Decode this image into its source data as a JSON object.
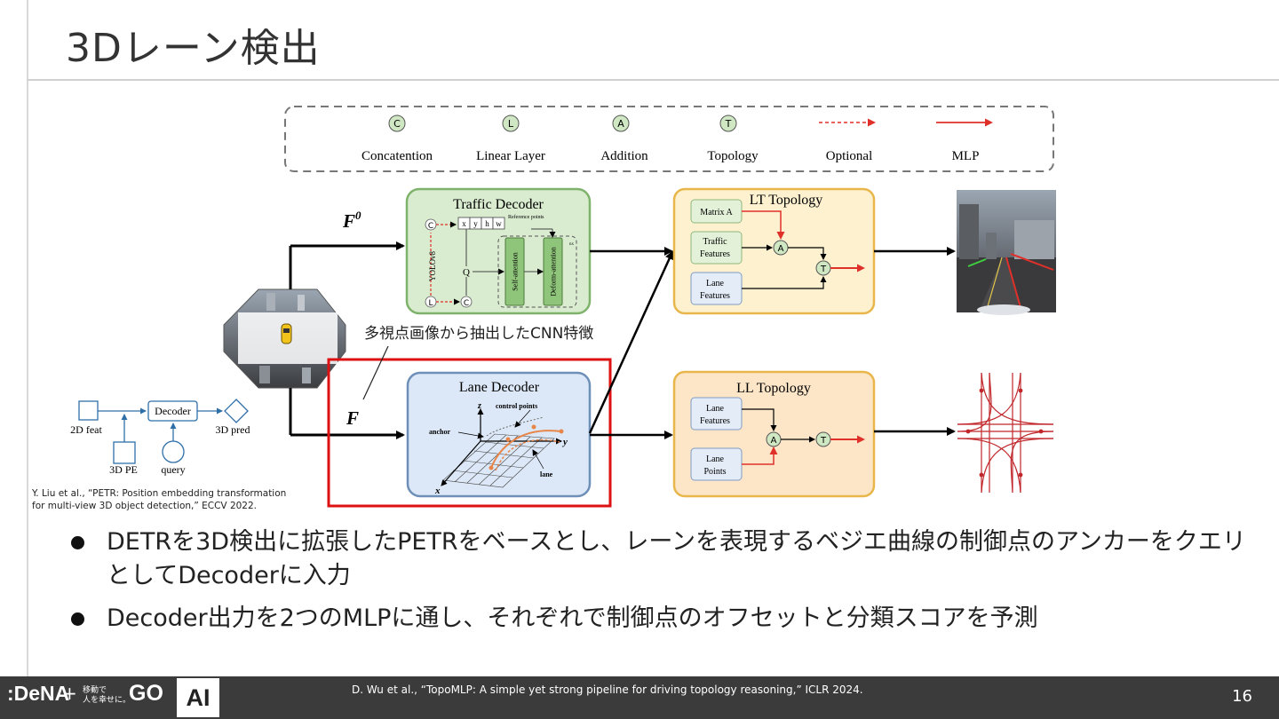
{
  "slide": {
    "title": "3Dレーン検出",
    "page_number": "16"
  },
  "legend": [
    {
      "symbol": "C",
      "label": "Concatention"
    },
    {
      "symbol": "L",
      "label": "Linear Layer"
    },
    {
      "symbol": "A",
      "label": "Addition"
    },
    {
      "symbol": "T",
      "label": "Topology"
    },
    {
      "symbol": "",
      "label": "Optional"
    },
    {
      "symbol": "",
      "label": "MLP"
    }
  ],
  "diagram": {
    "f0_label": "F",
    "f0_sup": "0",
    "f_label": "F",
    "traffic_decoder": {
      "title": "Traffic Decoder",
      "xyhw": [
        "x",
        "y",
        "h",
        "w"
      ],
      "reference_points": "Reference points",
      "yolo": "YOLOv8",
      "q": "Q",
      "self_attention": "Self-attention",
      "deform_attention": "Deform-attention",
      "nx": "nx"
    },
    "lane_decoder": {
      "title": "Lane Decoder",
      "control_points": "control points",
      "anchor": "anchor",
      "lane": "lane",
      "axis_x": "x",
      "axis_y": "y",
      "axis_z": "z"
    },
    "lt_topology": {
      "title": "LT Topology",
      "matrix_a": "Matrix A",
      "traffic_features_1": "Traffic",
      "traffic_features_2": "Features",
      "lane_features_1": "Lane",
      "lane_features_2": "Features"
    },
    "ll_topology": {
      "title": "LL Topology",
      "lane_features_1": "Lane",
      "lane_features_2": "Features",
      "lane_points_1": "Lane",
      "lane_points_2": "Points"
    },
    "callout": "多視点画像から抽出したCNN特徴"
  },
  "petr": {
    "decoder": "Decoder",
    "feat_2d": "2D feat",
    "pred_3d": "3D pred",
    "pe_3d": "3D PE",
    "query": "query"
  },
  "citations": {
    "petr_line1": "Y. Liu et al., “PETR: Position embedding transformation",
    "petr_line2": "for multi-view 3D object detection,” ECCV 2022.",
    "topomlp": "D. Wu et al., “TopoMLP: A simple yet strong pipeline for driving topology reasoning,” ICLR 2024."
  },
  "bullets": [
    "DETRを3D検出に拡張したPETRをベースとし、レーンを表現するベジエ曲線の制御点のアンカーをクエリとしてDecoderに入力",
    "Decoder出力を2つのMLPに通し、それぞれで制御点のオフセットと分類スコアを予測"
  ],
  "footer": {
    "dena": ":DeNA",
    "plus": "+",
    "small_line1": "移動で",
    "small_line2": "人を幸せに。",
    "go": "GO",
    "ai": "AI"
  },
  "colors": {
    "traffic_fill": "#d9ecd0",
    "traffic_border": "#7fb26a",
    "lane_fill": "#dce8f7",
    "lane_border": "#6d8fb8",
    "topo_fill": "#fdf1cf",
    "topo_border": "#e8b64a",
    "ll_fill": "#fde6c8",
    "highlight_red": "#dd1111",
    "mlp_red": "#e0302a",
    "footer_bg": "#3b3b3b"
  }
}
